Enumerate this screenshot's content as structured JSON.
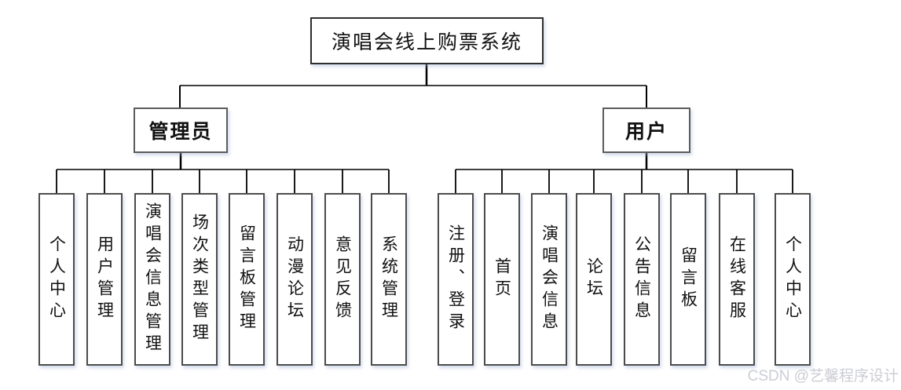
{
  "diagram": {
    "root": {
      "label": "演唱会线上购票系统"
    },
    "branches": [
      {
        "label": "管理员",
        "children": [
          "个人中心",
          "用户管理",
          "演唱会信息管理",
          "场次类型管理",
          "留言板管理",
          "动漫论坛",
          "意见反馈",
          "系统管理"
        ]
      },
      {
        "label": "用户",
        "children": [
          "注册、登录",
          "首页",
          "演唱会信息",
          "论坛",
          "公告信息",
          "留言板",
          "在线客服",
          "个人中心"
        ]
      }
    ]
  },
  "watermark": "CSDN @艺馨程序设计",
  "colors": {
    "line": "#000000",
    "box_border": "#4c4c4c",
    "box_bg": "#ffffff",
    "watermark_text": "#cccdd5"
  }
}
